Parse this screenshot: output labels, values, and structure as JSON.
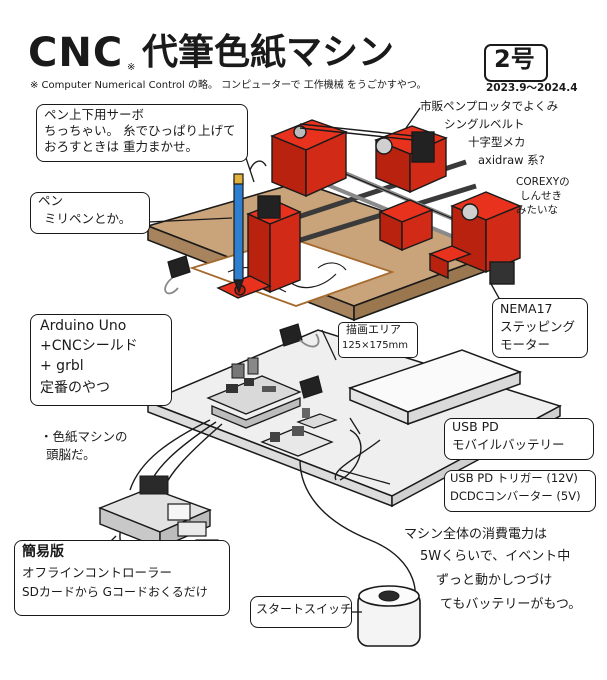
{
  "header": {
    "title_cnc": "CNC",
    "title_jp": "代筆色紙マシン",
    "star_mark": "※",
    "edition": "2号",
    "subtitle": "※ Computer Numerical Control の略。 コンピューターで 工作機械 をうごかすやつ。",
    "date": "2023.9〜2024.4"
  },
  "labels": {
    "servo_l1": "ペン上下用サーボ",
    "servo_l2": "ちっちゃい。 糸でひっぱり上げて",
    "servo_l3": "おろすときは 重力まかせ。",
    "pen_l1": "ペン",
    "pen_l2": "ミリペンとか。",
    "plotter_l1": "市販ペンプロッタでよくみ",
    "plotter_l2": "シングルベルト",
    "plotter_l3": "十字型メカ",
    "plotter_l4": "axidraw 系?",
    "corexy_l1": "COREXYの",
    "corexy_l2": "しんせき",
    "corexy_l3": "みたいな",
    "area_l1": "描画エリア",
    "area_l2": "125×175mm",
    "nema_l1": "NEMA17",
    "nema_l2": "ステッピング",
    "nema_l3": "モーター",
    "arduino_l1": "Arduino Uno",
    "arduino_l2": "+CNCシールド",
    "arduino_l3": "+ grbl",
    "arduino_l4": "定番のやつ",
    "brain_l1": "・色紙マシンの",
    "brain_l2": "頭脳だ。",
    "battery_l1": "USB PD",
    "battery_l2": "モバイルバッテリー",
    "trigger_l1": "USB PD トリガー (12V)",
    "trigger_l2": "DCDCコンバーター (5V)",
    "ctrl_l1": "簡易版",
    "ctrl_l2": "オフラインコントローラー",
    "ctrl_l3": "SDカードから Gコードおくるだけ",
    "start": "スタートスイッチ",
    "power_l1": "マシン全体の消費電力は",
    "power_l2": "5Wくらいで、イベント中",
    "power_l3": "ずっと動かしつづけ",
    "power_l4": "てもバッテリーがもつ。"
  },
  "colors": {
    "red": "#e8321e",
    "red_dark": "#b8220f",
    "board": "#c9a37a",
    "board_side": "#a8845e",
    "paper": "#ffffff",
    "gray_plate": "#ececec",
    "line": "#1a1a1a",
    "pen_blue": "#2f7fd1",
    "pen_gold": "#e0b23a",
    "black": "#222222"
  }
}
